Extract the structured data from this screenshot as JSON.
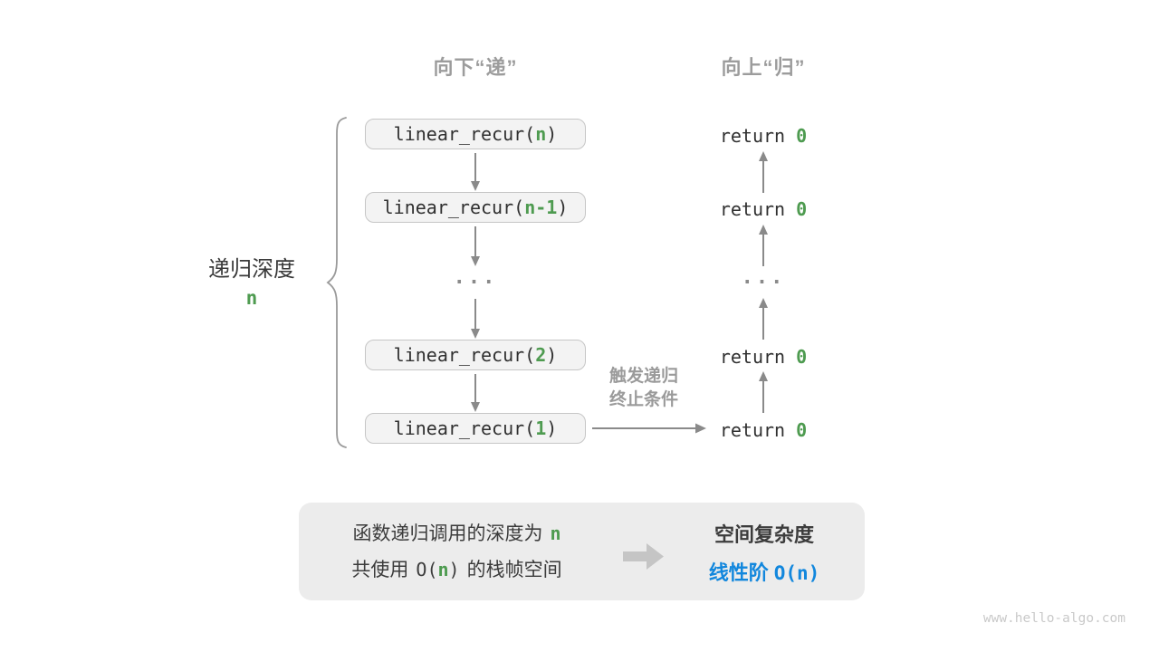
{
  "headers": {
    "down": "向下“递”",
    "up": "向上“归”"
  },
  "depth": {
    "label": "递归深度",
    "value": "n"
  },
  "stack": {
    "calls": [
      {
        "fn": "linear_recur(",
        "arg": "n",
        "close": ")"
      },
      {
        "fn": "linear_recur(",
        "arg": "n-1",
        "close": ")"
      },
      {
        "fn": "linear_recur(",
        "arg": "2",
        "close": ")"
      },
      {
        "fn": "linear_recur(",
        "arg": "1",
        "close": ")"
      }
    ],
    "ellipsis": "..."
  },
  "returns": {
    "rows": [
      {
        "kw": "return ",
        "val": "0"
      },
      {
        "kw": "return ",
        "val": "0"
      },
      {
        "kw": "return ",
        "val": "0"
      },
      {
        "kw": "return ",
        "val": "0"
      }
    ],
    "ellipsis": "..."
  },
  "trigger": {
    "line1": "触发递归",
    "line2": "终止条件"
  },
  "summary": {
    "depth_text": "函数递归调用的深度为",
    "depth_var": "n",
    "space_prefix": "共使用",
    "space_o": "O(",
    "space_var": "n",
    "space_close": ")",
    "space_suffix": "的栈帧空间",
    "result_title": "空间复杂度",
    "result_cn": "线性阶",
    "result_code": "O(n)"
  },
  "watermark": "www.hello-algo.com",
  "colors": {
    "accent_green": "#4e9b50",
    "accent_blue": "#1287dd",
    "heading_gray": "#9c9c9c",
    "arrow_gray": "#8a8a8a",
    "dark_text": "#3c3c3c",
    "box_bg": "#f3f3f3",
    "box_border": "#c6c6c6",
    "panel_bg": "#ececec",
    "watermark_gray": "#c9c9c9"
  }
}
